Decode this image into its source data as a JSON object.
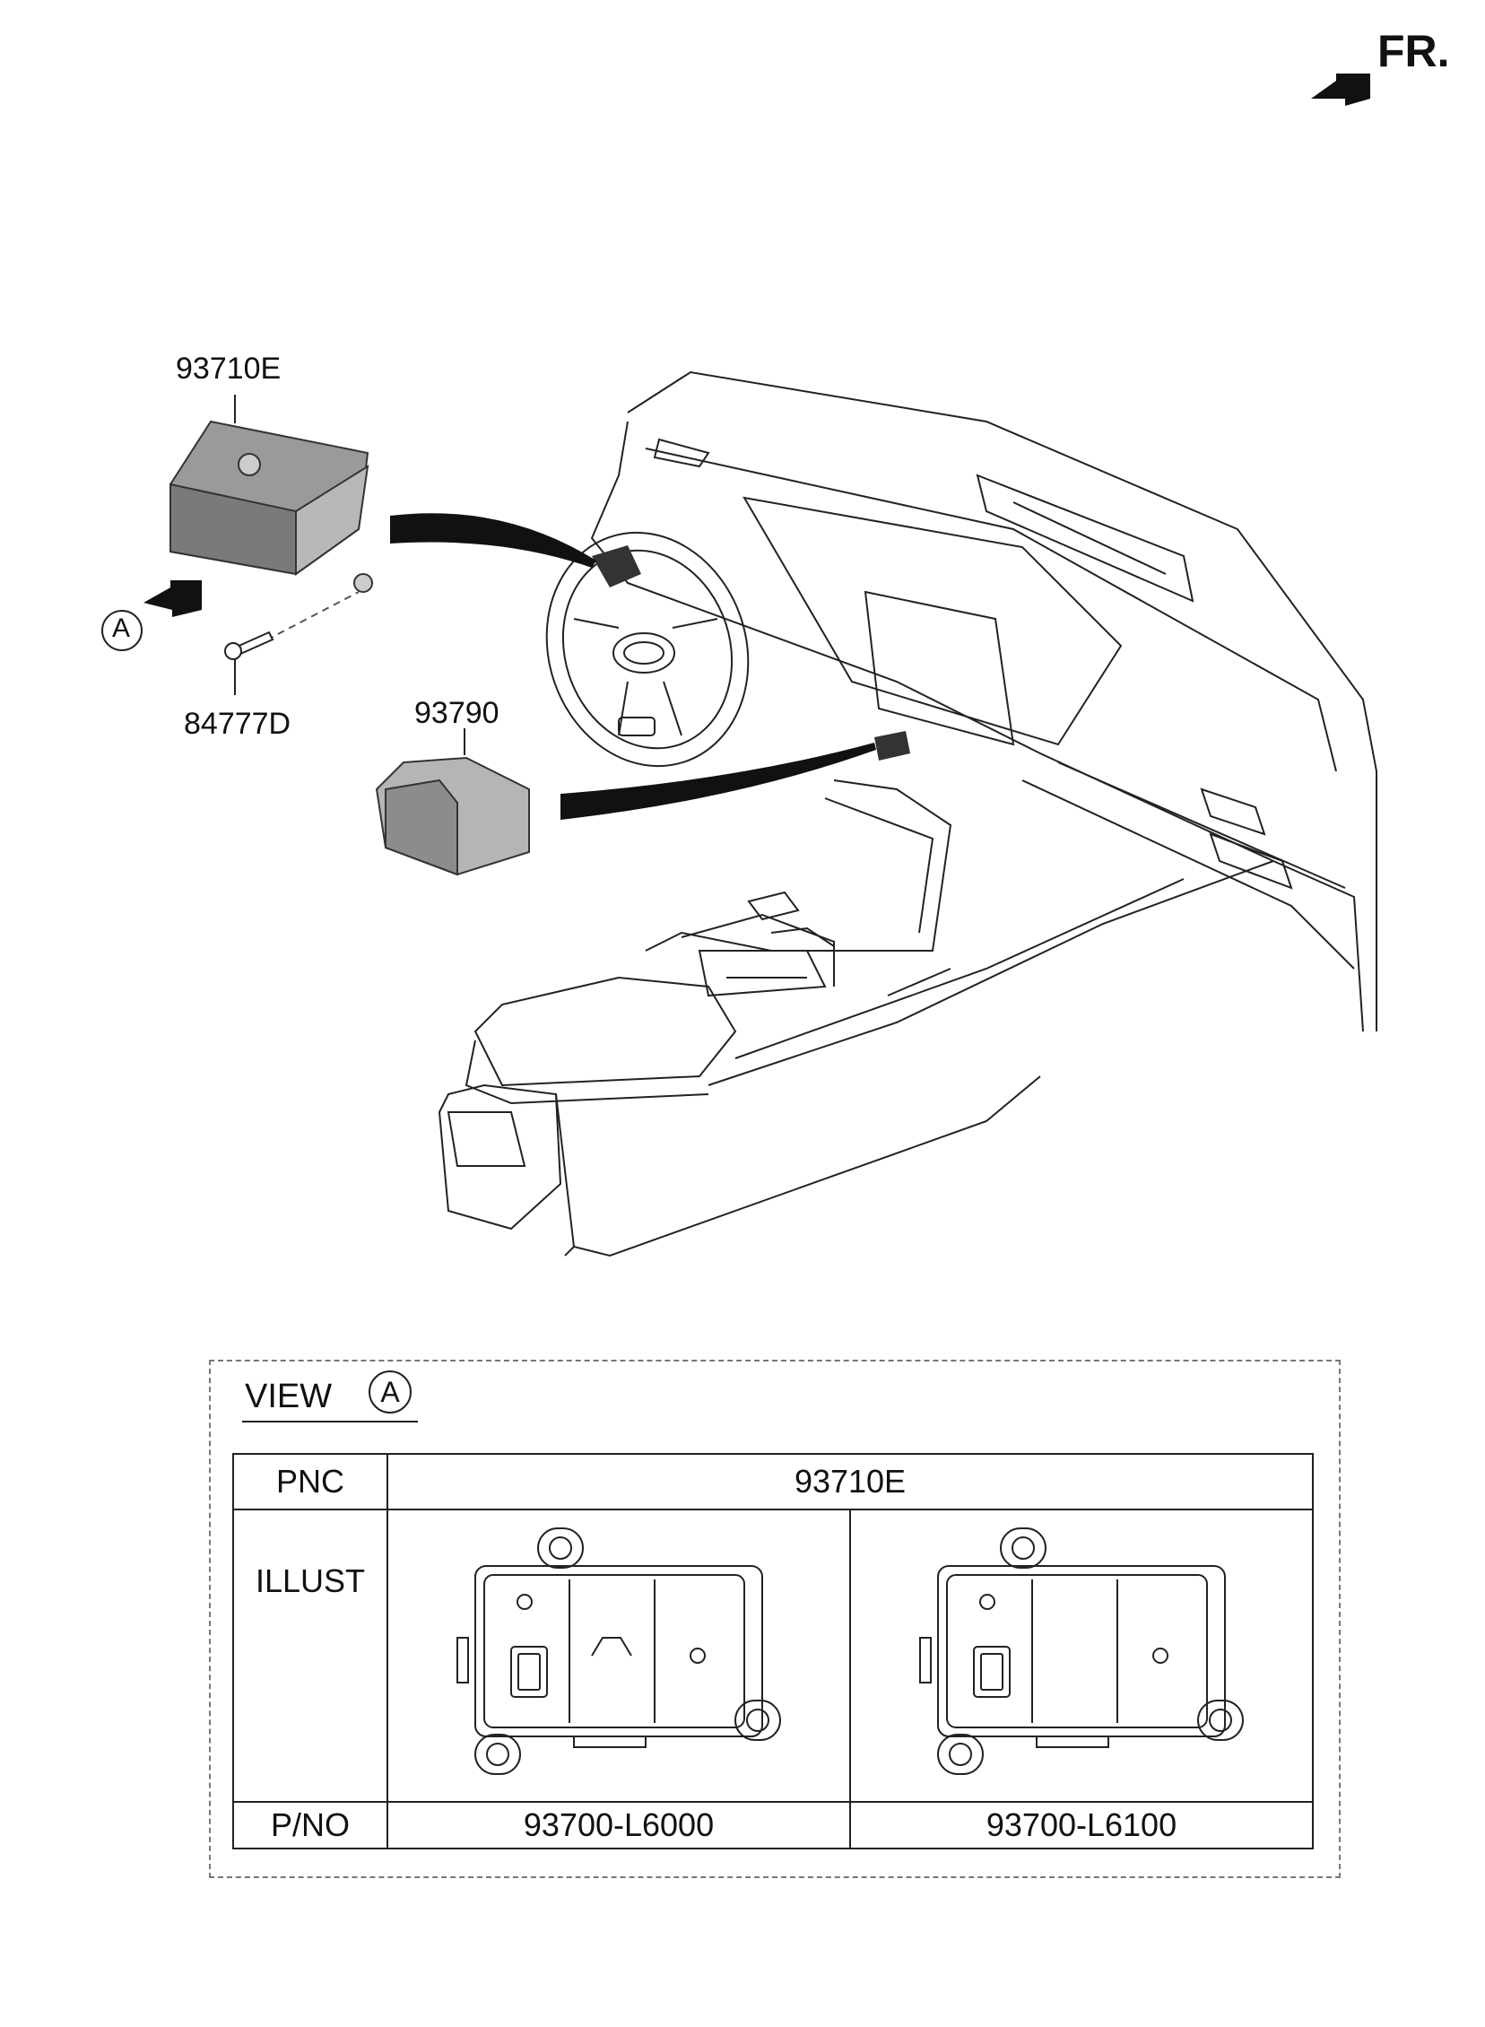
{
  "direction": {
    "label": "FR."
  },
  "callouts": {
    "switch_assy": "93710E",
    "screw": "84777D",
    "hazard_switch": "93790",
    "view_marker": "A"
  },
  "view": {
    "title": "VIEW",
    "marker": "A"
  },
  "table": {
    "headers": {
      "pnc": "PNC",
      "illust": "ILLUST",
      "pno": "P/NO"
    },
    "pnc_value": "93710E",
    "part_numbers": [
      "93700-L6000",
      "93700-L6100"
    ]
  }
}
